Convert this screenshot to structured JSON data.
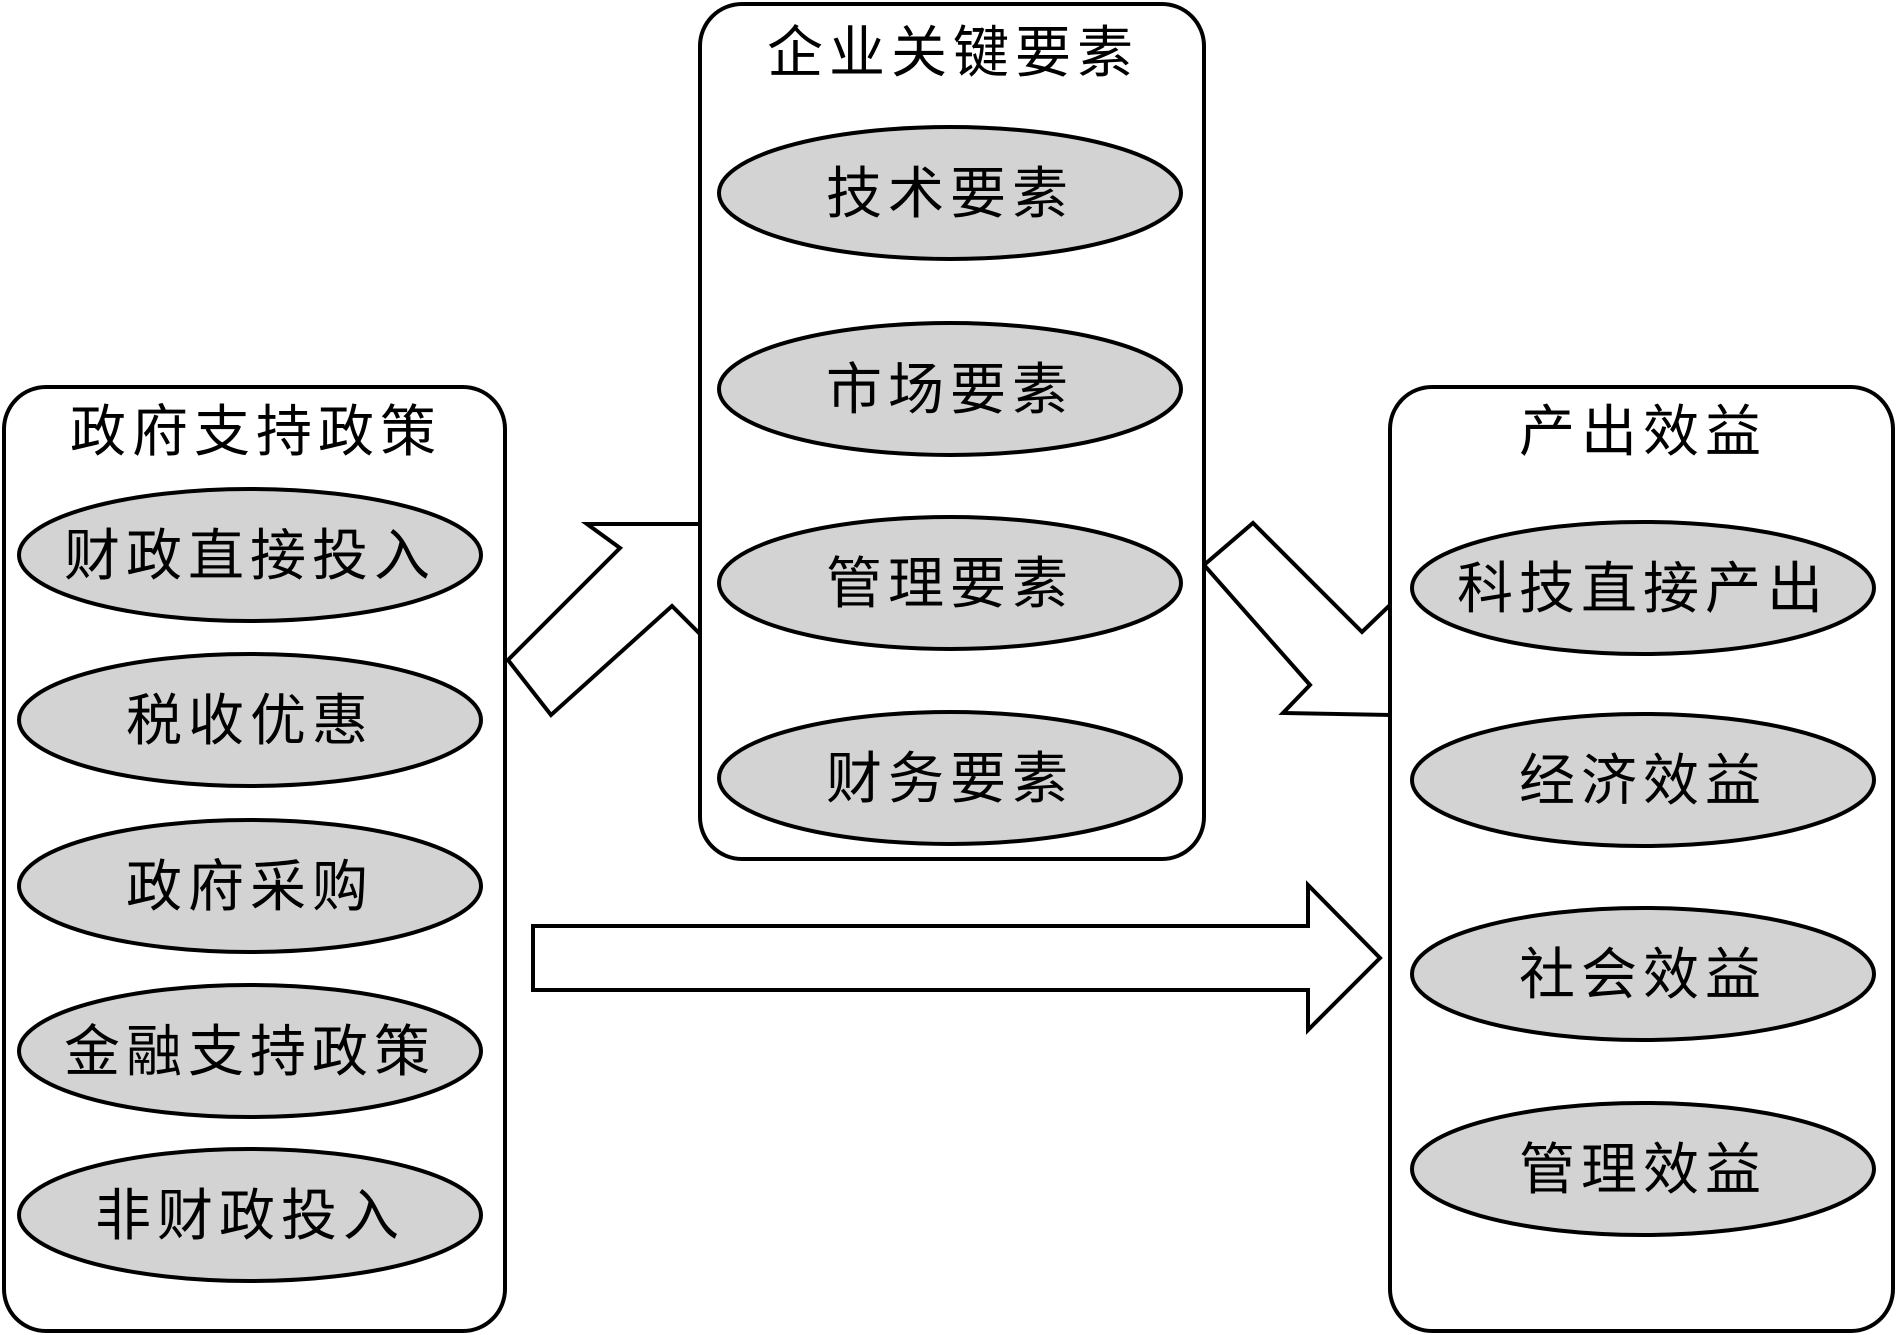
{
  "panels": {
    "government_policy": {
      "title": "政府支持政策",
      "items": [
        "财政直接投入",
        "税收优惠",
        "政府采购",
        "金融支持政策",
        "非财政投入"
      ]
    },
    "enterprise_factors": {
      "title": "企业关键要素",
      "items": [
        "技术要素",
        "市场要素",
        "管理要素",
        "财务要素"
      ]
    },
    "output_benefits": {
      "title": "产出效益",
      "items": [
        "科技直接产出",
        "经济效益",
        "社会效益",
        "管理效益"
      ]
    }
  },
  "colors": {
    "ellipse_fill": "#d3d3d3",
    "stroke": "#000000",
    "background": "#ffffff"
  }
}
